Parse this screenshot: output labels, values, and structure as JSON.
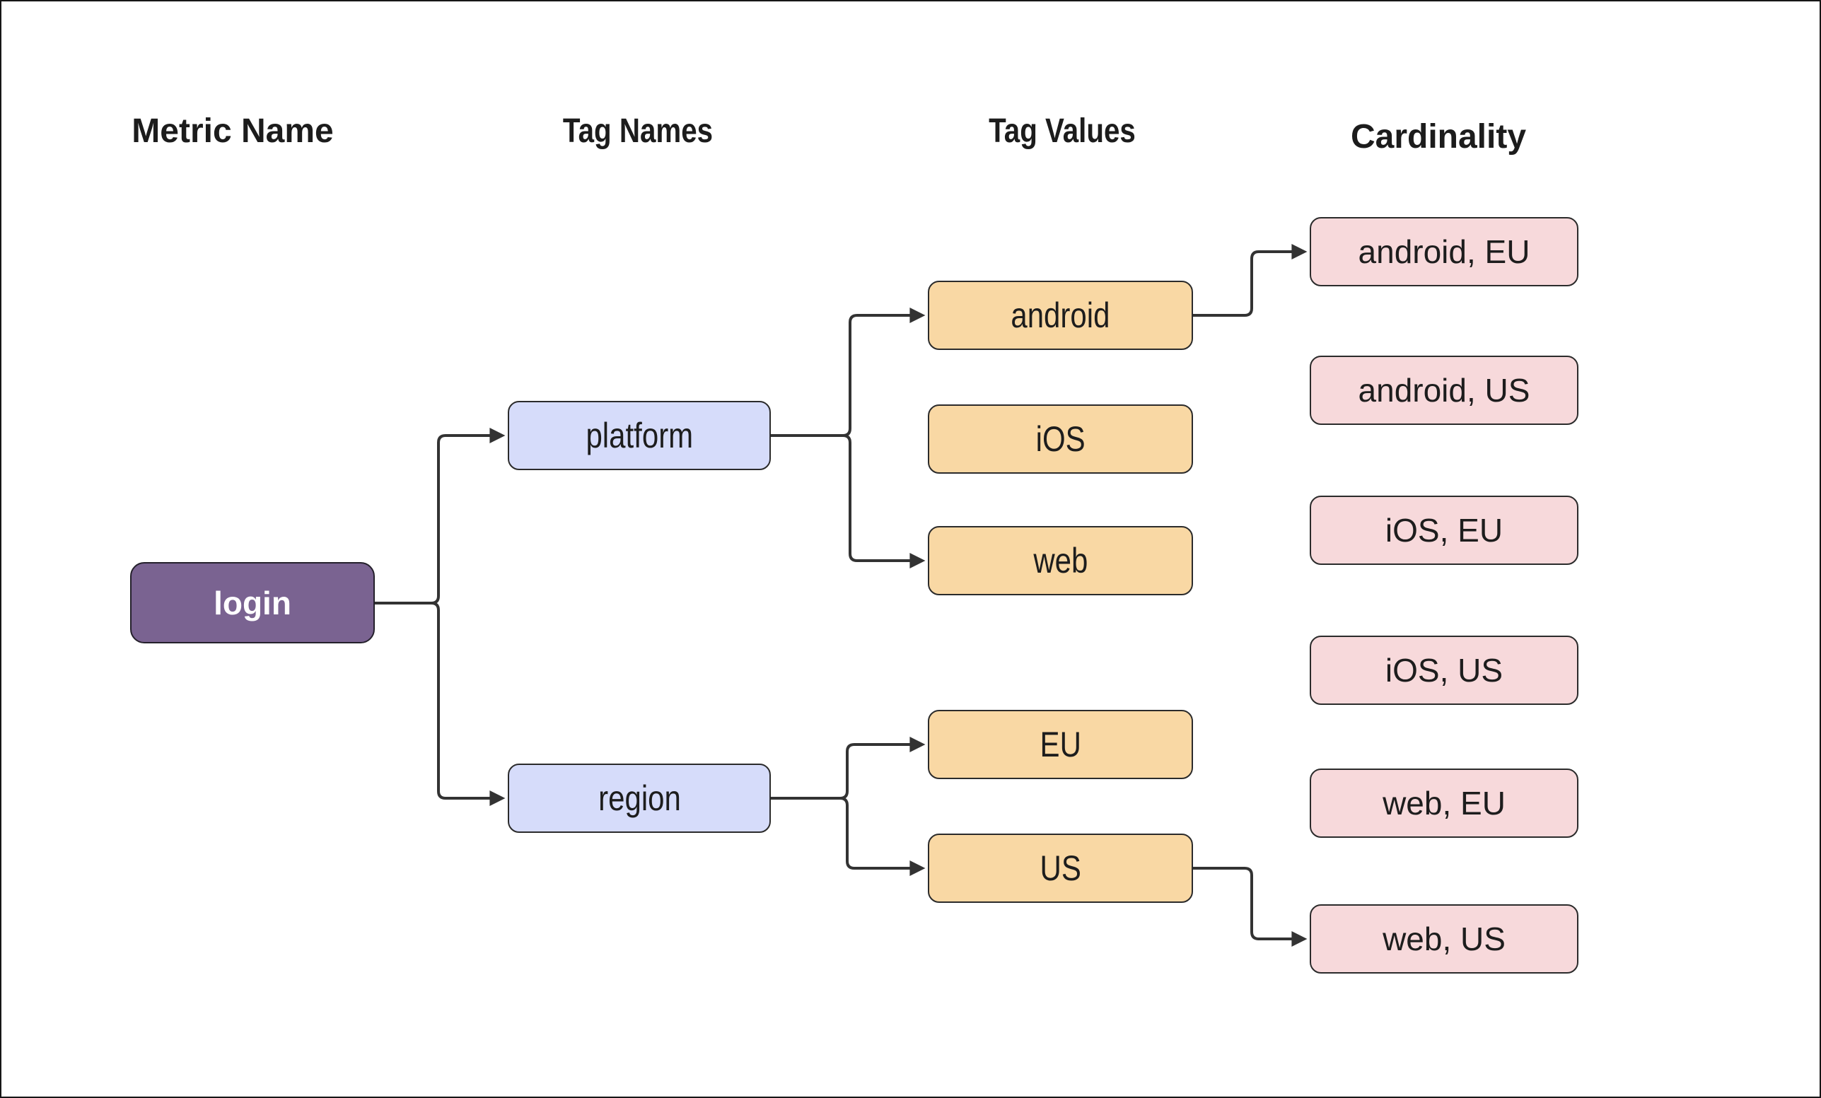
{
  "columns": [
    {
      "label": "Metric Name"
    },
    {
      "label": "Tag Names"
    },
    {
      "label": "Tag Values"
    },
    {
      "label": "Cardinality"
    }
  ],
  "nodes": {
    "login": {
      "label": "login",
      "column": "Metric Name"
    },
    "platform": {
      "label": "platform",
      "column": "Tag Names"
    },
    "region": {
      "label": "region",
      "column": "Tag Names"
    },
    "android": {
      "label": "android",
      "column": "Tag Values"
    },
    "ios": {
      "label": "iOS",
      "column": "Tag Values"
    },
    "web": {
      "label": "web",
      "column": "Tag Values"
    },
    "eu": {
      "label": "EU",
      "column": "Tag Values"
    },
    "us": {
      "label": "US",
      "column": "Tag Values"
    },
    "android_eu": {
      "label": "android, EU",
      "column": "Cardinality"
    },
    "android_us": {
      "label": "android, US",
      "column": "Cardinality"
    },
    "ios_eu": {
      "label": "iOS, EU",
      "column": "Cardinality"
    },
    "ios_us": {
      "label": "iOS, US",
      "column": "Cardinality"
    },
    "web_eu": {
      "label": "web, EU",
      "column": "Cardinality"
    },
    "web_us": {
      "label": "web, US",
      "column": "Cardinality"
    }
  },
  "edges": [
    {
      "from": "login",
      "to": "platform"
    },
    {
      "from": "login",
      "to": "region"
    },
    {
      "from": "platform",
      "to": "android"
    },
    {
      "from": "platform",
      "to": "web"
    },
    {
      "from": "region",
      "to": "eu"
    },
    {
      "from": "region",
      "to": "us"
    },
    {
      "from": "android",
      "to": "android_eu"
    },
    {
      "from": "us",
      "to": "web_us"
    }
  ],
  "colors": {
    "metric_fill": "#7a6391",
    "metric_text": "#ffffff",
    "tag_name_fill": "#d6dcfa",
    "tag_value_fill": "#f9d8a4",
    "cardinality_fill": "#f7d9db",
    "node_border": "#2b2b2b",
    "edge_line": "#333333",
    "heading_text": "#1c1c1c",
    "background": "#ffffff"
  }
}
